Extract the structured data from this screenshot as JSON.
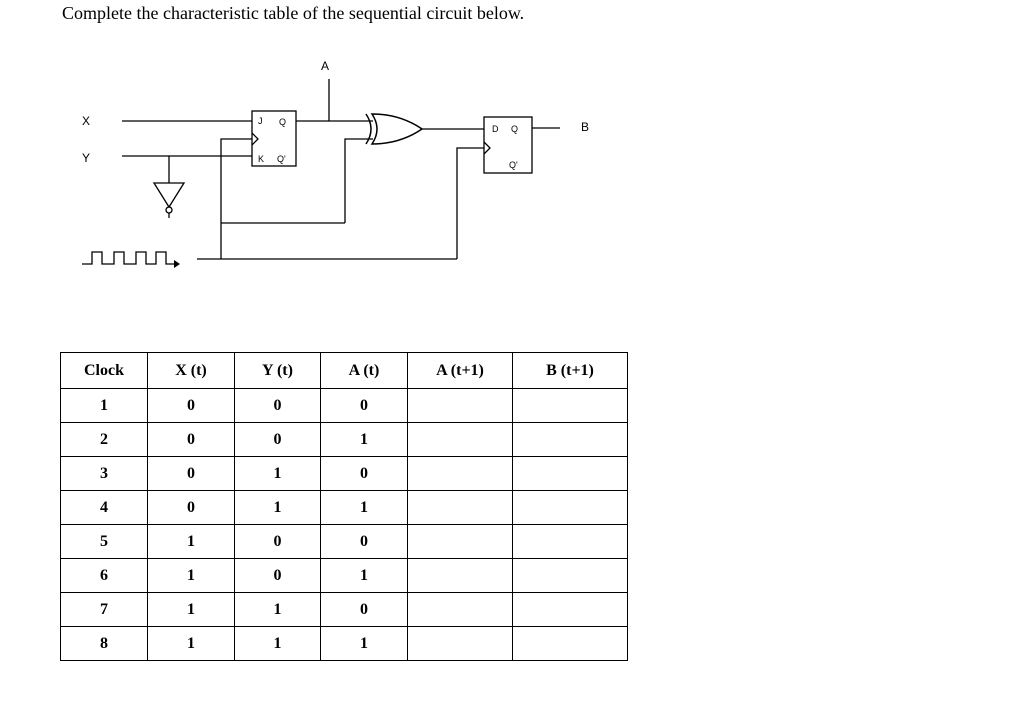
{
  "question": "Complete the characteristic table of the sequential circuit below.",
  "circuit": {
    "input_x": "X",
    "input_y": "Y",
    "output_a": "A",
    "output_b": "B",
    "jk_j": "J",
    "jk_q": "Q",
    "jk_k": "K",
    "jk_qbar": "Q'",
    "d_d": "D",
    "d_q": "Q",
    "d_qbar": "Q'"
  },
  "table": {
    "headers": [
      "Clock",
      "X (t)",
      "Y (t)",
      "A (t)",
      "A (t+1)",
      "B (t+1)"
    ],
    "rows": [
      [
        "1",
        "0",
        "0",
        "0",
        "",
        ""
      ],
      [
        "2",
        "0",
        "0",
        "1",
        "",
        ""
      ],
      [
        "3",
        "0",
        "1",
        "0",
        "",
        ""
      ],
      [
        "4",
        "0",
        "1",
        "1",
        "",
        ""
      ],
      [
        "5",
        "1",
        "0",
        "0",
        "",
        ""
      ],
      [
        "6",
        "1",
        "0",
        "1",
        "",
        ""
      ],
      [
        "7",
        "1",
        "1",
        "0",
        "",
        ""
      ],
      [
        "8",
        "1",
        "1",
        "1",
        "",
        ""
      ]
    ]
  }
}
